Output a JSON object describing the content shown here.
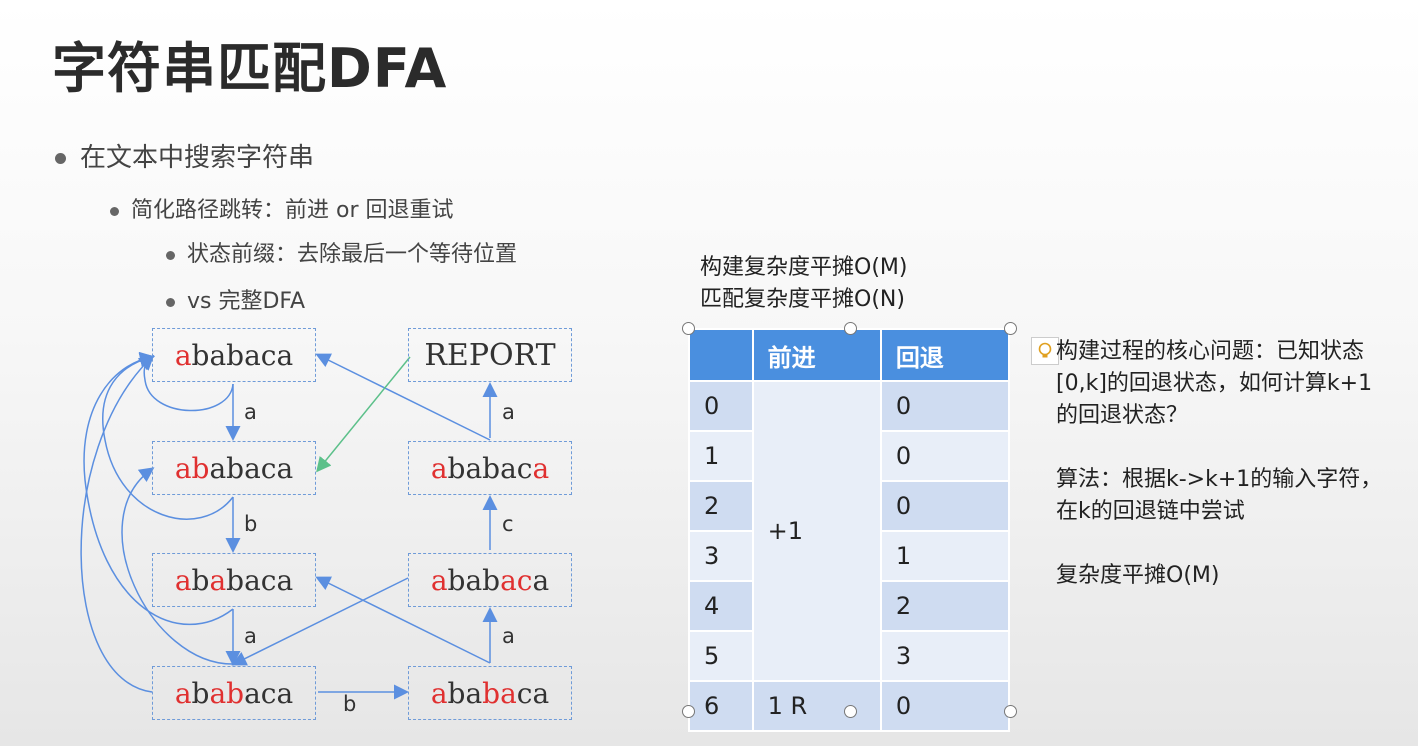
{
  "slide": {
    "title": "字符串匹配DFA",
    "bullets": [
      "在文本中搜索字符串",
      "简化路径跳转：前进 or 回退重试",
      "状态前缀：去除最后一个等待位置",
      "vs 完整DFA"
    ]
  },
  "dfa": {
    "left_states": [
      {
        "hl": "a",
        "rest": "babaca"
      },
      {
        "hl": "ab",
        "rest": "abaca"
      },
      {
        "hl": "aba",
        "rest": "baca",
        "extra_hl_index": 2
      },
      {
        "hl": "abab",
        "rest": "aca"
      }
    ],
    "right_states": {
      "report": "REPORT",
      "s6": "ababaca",
      "s5": "ababaca",
      "s4": "ababaca"
    },
    "edge_labels": {
      "l01": "a",
      "l12": "b",
      "l23": "a",
      "l34": "b",
      "r45": "a",
      "r56": "c",
      "r6r": "a"
    }
  },
  "complexity": {
    "line1": "构建复杂度平摊O(M)",
    "line2": "匹配复杂度平摊O(N)"
  },
  "table": {
    "headers": [
      "",
      "前进",
      "回退"
    ],
    "rows": [
      {
        "state": "0",
        "back": "0"
      },
      {
        "state": "1",
        "back": "0"
      },
      {
        "state": "2",
        "back": "0"
      },
      {
        "state": "3",
        "back": "1"
      },
      {
        "state": "4",
        "back": "2"
      },
      {
        "state": "5",
        "back": "3"
      },
      {
        "state": "6",
        "back": "0"
      }
    ],
    "merged_forward": "+1",
    "last_forward": "1 R"
  },
  "right_notes": {
    "p1": "构建过程的核心问题：已知状态[0,k]的回退状态，如何计算k+1的回退状态？",
    "p2": "算法：根据k->k+1的输入字符，在k的回退链中尝试",
    "p3": "复杂度平摊O(M)"
  },
  "icons": {
    "tip": "lightbulb-icon"
  },
  "colors": {
    "header_blue": "#4a8fdf",
    "arrow_blue": "#5b8fe0",
    "arrow_green": "#5cc08a",
    "highlight_red": "#e03030"
  }
}
